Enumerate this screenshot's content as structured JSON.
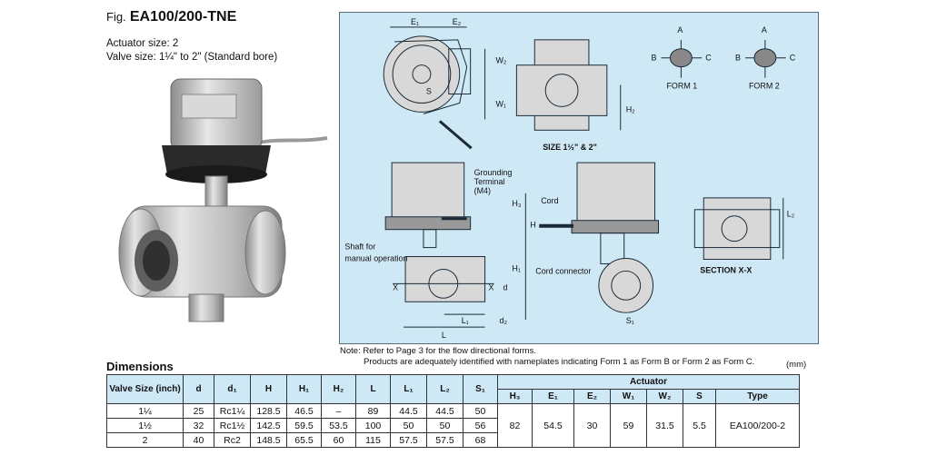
{
  "figure": {
    "prefix": "Fig.",
    "model": "EA100/200-TNE"
  },
  "specs": {
    "actuator_size": "Actuator size: 2",
    "valve_size": "Valve size: 1¼\" to 2\" (Standard bore)"
  },
  "drawing": {
    "labels": {
      "e1": "E₁",
      "e2": "E₂",
      "w1": "W₁",
      "w2": "W₂",
      "h2": "H₂",
      "s": "S",
      "h": "H",
      "h3": "H₃",
      "h1": "H₁",
      "x": "X",
      "d": "d",
      "l1": "L₁",
      "l": "L",
      "d2": "d₂",
      "s1": "S₁",
      "l2": "L₂",
      "a": "A",
      "b": "B",
      "c": "C",
      "form1": "FORM 1",
      "form2": "FORM 2",
      "size_note": "SIZE  1½\" & 2\"",
      "grounding1": "Grounding",
      "grounding2": "Terminal",
      "grounding3": "(M4)",
      "cord": "Cord",
      "shaft1": "Shaft for",
      "shaft2": "manual operation",
      "cord_connector": "Cord connector",
      "section": "SECTION X-X"
    }
  },
  "notes": {
    "line1": "Note: Refer to Page 3 for the flow directional forms.",
    "line2": "Products are adequately identified with nameplates indicating Form 1 as Form B or Form 2 as Form C."
  },
  "unit": "(mm)",
  "dimensions": {
    "heading": "Dimensions",
    "headers": {
      "valve_size": "Valve Size (inch)",
      "d": "d",
      "d1": "d₁",
      "H": "H",
      "H1": "H₁",
      "H2": "H₂",
      "L": "L",
      "L1": "L₁",
      "L2": "L₂",
      "S1": "S₁",
      "actuator": "Actuator",
      "H3": "H₃",
      "E1": "E₁",
      "E2": "E₂",
      "W1": "W₁",
      "W2": "W₂",
      "S": "S",
      "type": "Type"
    },
    "rows": [
      {
        "size": "1¼",
        "d": "25",
        "d1": "Rc1¼",
        "H": "128.5",
        "H1": "46.5",
        "H2": "–",
        "L": "89",
        "L1": "44.5",
        "L2": "44.5",
        "S1": "50"
      },
      {
        "size": "1½",
        "d": "32",
        "d1": "Rc1½",
        "H": "142.5",
        "H1": "59.5",
        "H2": "53.5",
        "L": "100",
        "L1": "50",
        "L2": "50",
        "S1": "56"
      },
      {
        "size": "2",
        "d": "40",
        "d1": "Rc2",
        "H": "148.5",
        "H1": "65.5",
        "H2": "60",
        "L": "115",
        "L1": "57.5",
        "L2": "57.5",
        "S1": "68"
      }
    ],
    "actuator_values": {
      "H3": "82",
      "E1": "54.5",
      "E2": "30",
      "W1": "59",
      "W2": "31.5",
      "S": "5.5",
      "type": "EA100/200-2"
    }
  }
}
